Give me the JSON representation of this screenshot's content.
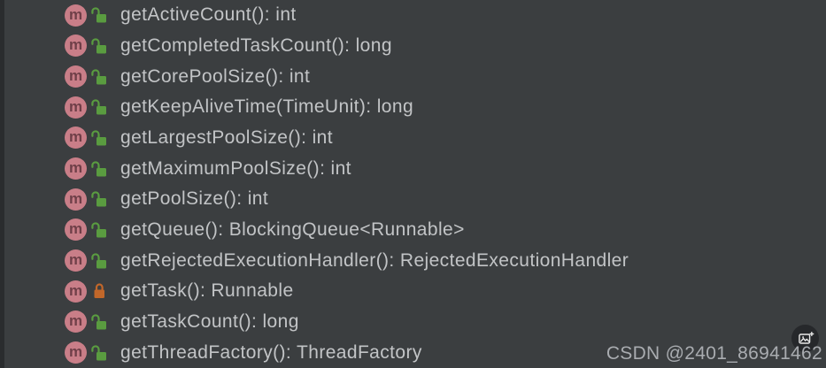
{
  "colors": {
    "background": "#3b3e40",
    "gutter": "#2a2c2e",
    "row_text": "#c2c4c6",
    "method_icon_bg": "#c97e88",
    "method_icon_letter": "#6f3f48",
    "public_lock": "#5a9c40",
    "package_private_lock": "#c2672a",
    "watermark_text": "#a9acb0"
  },
  "icons": {
    "method_letter": "m"
  },
  "methods": [
    {
      "label": "getActiveCount(): int",
      "visibility": "public"
    },
    {
      "label": "getCompletedTaskCount(): long",
      "visibility": "public"
    },
    {
      "label": "getCorePoolSize(): int",
      "visibility": "public"
    },
    {
      "label": "getKeepAliveTime(TimeUnit): long",
      "visibility": "public"
    },
    {
      "label": "getLargestPoolSize(): int",
      "visibility": "public"
    },
    {
      "label": "getMaximumPoolSize(): int",
      "visibility": "public"
    },
    {
      "label": "getPoolSize(): int",
      "visibility": "public"
    },
    {
      "label": "getQueue(): BlockingQueue<Runnable>",
      "visibility": "public"
    },
    {
      "label": "getRejectedExecutionHandler(): RejectedExecutionHandler",
      "visibility": "public"
    },
    {
      "label": "getTask(): Runnable",
      "visibility": "package-private"
    },
    {
      "label": "getTaskCount(): long",
      "visibility": "public"
    },
    {
      "label": "getThreadFactory(): ThreadFactory",
      "visibility": "public"
    }
  ],
  "watermark": {
    "text": "CSDN @2401_86941462"
  }
}
